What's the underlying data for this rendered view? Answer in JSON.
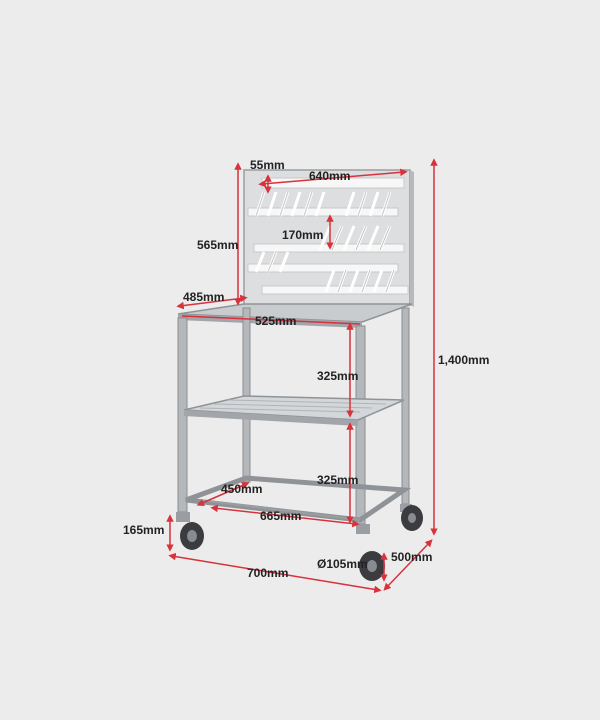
{
  "colors": {
    "background": "#ececec",
    "dimension_line": "#d8323c",
    "steel": "#a9adb1",
    "steel_dark": "#7d8185",
    "rack_white": "#f7f7f7",
    "wheel": "#3a3c40"
  },
  "dimensions": {
    "tray_gap": "55mm",
    "rack_width": "640mm",
    "rack_height": "565mm",
    "tier_spacing": "170mm",
    "rack_depth": "485mm",
    "top_shelf_width": "525mm",
    "middle_shelf_gap": "325mm",
    "total_height": "1,400mm",
    "lower_shelf_gap": "325mm",
    "inner_depth": "450mm",
    "inner_width": "665mm",
    "caster_height": "165mm",
    "wheel_diameter": "Ø105mm",
    "depth": "500mm",
    "width": "700mm"
  }
}
